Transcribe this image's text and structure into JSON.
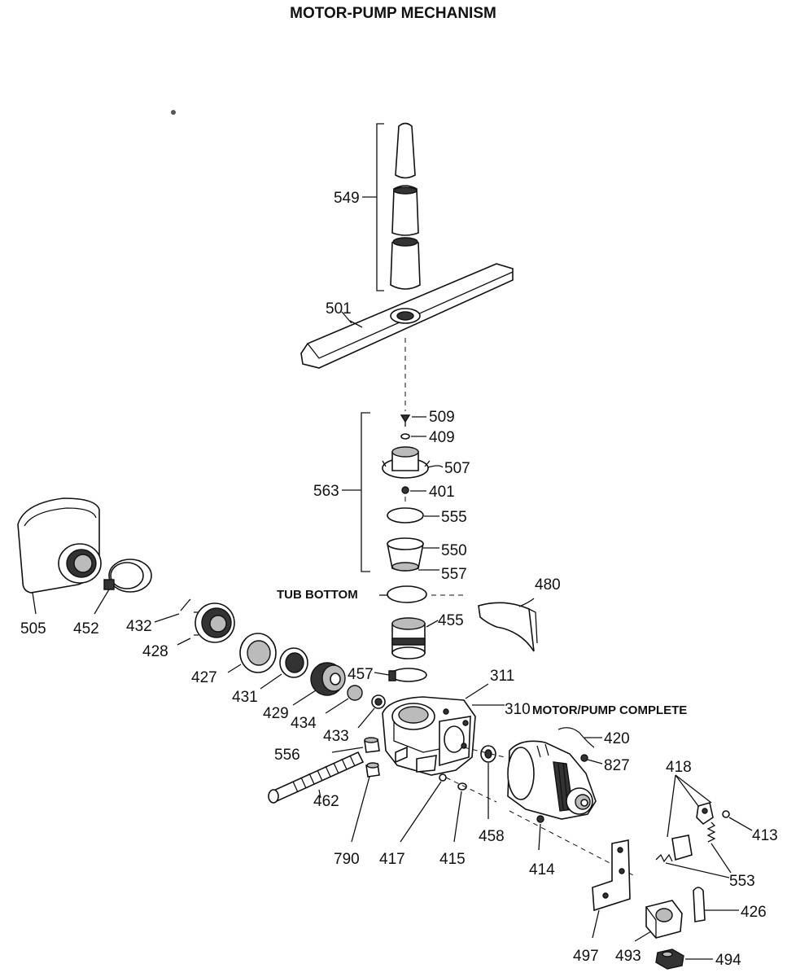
{
  "title": "MOTOR-PUMP MECHANISM",
  "callouts": {
    "c549": "549",
    "c501": "501",
    "c509": "509",
    "c409": "409",
    "c507": "507",
    "c563": "563",
    "c401": "401",
    "c555": "555",
    "c550": "550",
    "c557": "557",
    "c480": "480",
    "c455": "455",
    "c505": "505",
    "c452": "452",
    "c432": "432",
    "c428": "428",
    "c427": "427",
    "c431": "431",
    "c429": "429",
    "c434": "434",
    "c457": "457",
    "c311": "311",
    "c433": "433",
    "c556": "556",
    "c462": "462",
    "c790": "790",
    "c417": "417",
    "c415": "415",
    "c458": "458",
    "c420": "420",
    "c827": "827",
    "c414": "414",
    "c418": "418",
    "c413": "413",
    "c553": "553",
    "c426": "426",
    "c497": "497",
    "c493": "493",
    "c494": "494"
  },
  "tub_bottom": "TUB BOTTOM",
  "motor_pump_num": "310",
  "motor_pump_text": "MOTOR/PUMP COMPLETE"
}
